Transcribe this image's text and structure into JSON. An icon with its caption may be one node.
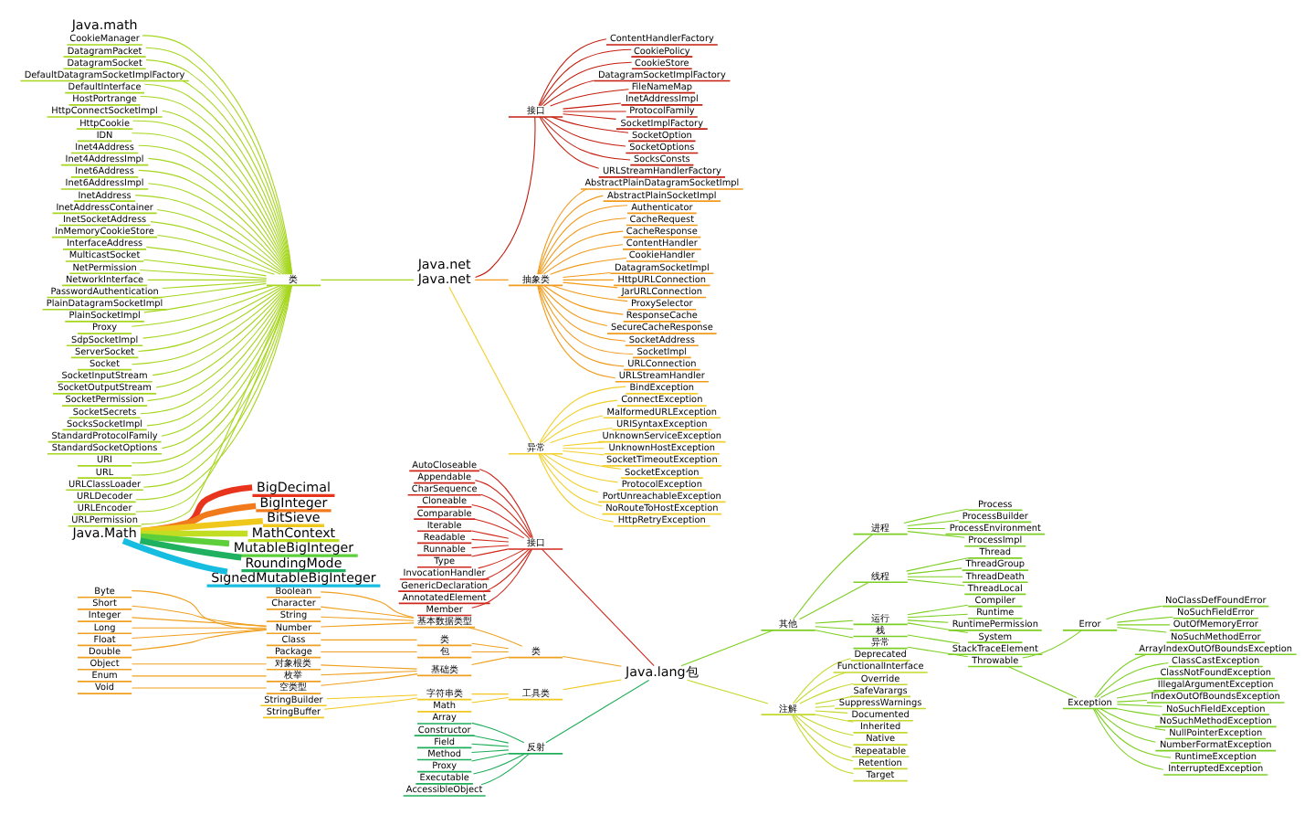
{
  "diagram": {
    "nodes": [
      {
        "text": [
          "Java.lang包"
        ]
      },
      {
        "text": [
          "接口"
        ]
      },
      {
        "text": [
          "AutoCloseable"
        ]
      },
      {
        "text": [
          "Appendable"
        ]
      },
      {
        "text": [
          "CharSequence"
        ]
      },
      {
        "text": [
          "Cloneable"
        ]
      },
      {
        "text": [
          "Comparable"
        ]
      },
      {
        "text": [
          "Iterable"
        ]
      },
      {
        "text": [
          "Readable"
        ]
      },
      {
        "text": [
          "Runnable"
        ]
      },
      {
        "text": [
          "Type"
        ]
      },
      {
        "text": [
          "InvocationHandler"
        ]
      },
      {
        "text": [
          "GenericDeclaration"
        ]
      },
      {
        "text": [
          "AnnotatedElement"
        ]
      },
      {
        "text": [
          "Member"
        ]
      },
      {
        "text": [
          "类"
        ]
      },
      {
        "text": [
          "基本数据类型"
        ]
      },
      {
        "text": [
          "Boolean"
        ]
      },
      {
        "text": [
          "Character"
        ]
      },
      {
        "text": [
          "String"
        ]
      },
      {
        "text": [
          "Number"
        ]
      },
      {
        "text": [
          "Byte"
        ]
      },
      {
        "text": [
          "Short"
        ]
      },
      {
        "text": [
          "Integer"
        ]
      },
      {
        "text": [
          "Long"
        ]
      },
      {
        "text": [
          "Float"
        ]
      },
      {
        "text": [
          "Double"
        ]
      },
      {
        "text": [
          "类"
        ]
      },
      {
        "text": [
          "Class"
        ]
      },
      {
        "text": [
          "包"
        ]
      },
      {
        "text": [
          "Package"
        ]
      },
      {
        "text": [
          "基础类"
        ]
      },
      {
        "text": [
          "对象根类"
        ]
      },
      {
        "text": [
          "Object"
        ]
      },
      {
        "text": [
          "枚举"
        ]
      },
      {
        "text": [
          "Enum"
        ]
      },
      {
        "text": [
          "空类型"
        ]
      },
      {
        "text": [
          "Void"
        ]
      },
      {
        "text": [
          "工具类"
        ]
      },
      {
        "text": [
          "字符串类"
        ]
      },
      {
        "text": [
          "StringBuilder"
        ]
      },
      {
        "text": [
          "StringBuffer"
        ]
      },
      {
        "text": [
          "Math"
        ]
      },
      {
        "text": [
          "反射"
        ]
      },
      {
        "text": [
          "Array"
        ]
      },
      {
        "text": [
          "Constructor"
        ]
      },
      {
        "text": [
          "Field"
        ]
      },
      {
        "text": [
          "Method"
        ]
      },
      {
        "text": [
          "Proxy"
        ]
      },
      {
        "text": [
          "Executable"
        ]
      },
      {
        "text": [
          "AccessibleObject"
        ]
      },
      {
        "text": [
          "其他"
        ]
      },
      {
        "text": [
          "进程"
        ]
      },
      {
        "text": [
          "Process"
        ]
      },
      {
        "text": [
          "ProcessBuilder"
        ]
      },
      {
        "text": [
          "ProcessEnvironment"
        ]
      },
      {
        "text": [
          "ProcessImpl"
        ]
      },
      {
        "text": [
          "线程"
        ]
      },
      {
        "text": [
          "Thread"
        ]
      },
      {
        "text": [
          "ThreadGroup"
        ]
      },
      {
        "text": [
          "ThreadDeath"
        ]
      },
      {
        "text": [
          "ThreadLocal"
        ]
      },
      {
        "text": [
          "运行"
        ]
      },
      {
        "text": [
          "Compiler"
        ]
      },
      {
        "text": [
          "Runtime"
        ]
      },
      {
        "text": [
          "RuntimePermission"
        ]
      },
      {
        "text": [
          "System"
        ]
      },
      {
        "text": [
          "栈"
        ]
      },
      {
        "text": [
          "StackTraceElement"
        ]
      },
      {
        "text": [
          "异常"
        ]
      },
      {
        "text": [
          "Throwable"
        ]
      },
      {
        "text": [
          "Error"
        ]
      },
      {
        "text": [
          "NoClassDefFoundError"
        ]
      },
      {
        "text": [
          "NoSuchFieldError"
        ]
      },
      {
        "text": [
          "OutOfMemoryError"
        ]
      },
      {
        "text": [
          "NoSuchMethodError"
        ]
      },
      {
        "text": [
          "Exception"
        ]
      },
      {
        "text": [
          "ArrayIndexOutOfBoundsException"
        ]
      },
      {
        "text": [
          "ClassCastException"
        ]
      },
      {
        "text": [
          "ClassNotFoundException"
        ]
      },
      {
        "text": [
          "IllegalArgumentException"
        ]
      },
      {
        "text": [
          "IndexOutOfBoundsException"
        ]
      },
      {
        "text": [
          "NoSuchFieldException"
        ]
      },
      {
        "text": [
          "NoSuchMethodException"
        ]
      },
      {
        "text": [
          "NullPointerException"
        ]
      },
      {
        "text": [
          "NumberFormatException"
        ]
      },
      {
        "text": [
          "RuntimeException"
        ]
      },
      {
        "text": [
          "InterruptedException"
        ]
      },
      {
        "text": [
          "注解"
        ]
      },
      {
        "text": [
          "Deprecated"
        ]
      },
      {
        "text": [
          "FunctionalInterface"
        ]
      },
      {
        "text": [
          "Override"
        ]
      },
      {
        "text": [
          "SafeVarargs"
        ]
      },
      {
        "text": [
          "SuppressWarnings"
        ]
      },
      {
        "text": [
          "Documented"
        ]
      },
      {
        "text": [
          "Inherited"
        ]
      },
      {
        "text": [
          "Native"
        ]
      },
      {
        "text": [
          "Repeatable"
        ]
      },
      {
        "text": [
          "Retention"
        ]
      },
      {
        "text": [
          "Target"
        ]
      },
      {
        "text": [
          "Java.Math"
        ]
      },
      {
        "text": [
          "BigDecimal"
        ]
      },
      {
        "text": [
          "BigInteger"
        ]
      },
      {
        "text": [
          "BitSieve"
        ]
      },
      {
        "text": [
          "MathContext"
        ]
      },
      {
        "text": [
          "MutableBigInteger"
        ]
      },
      {
        "text": [
          "RoundingMode"
        ]
      },
      {
        "text": [
          "SignedMutableBigInteger"
        ]
      },
      {
        "text": [
          "Java.net"
        ]
      },
      {
        "text": [
          "类"
        ]
      },
      {
        "text": [
          "CookieManager"
        ]
      },
      {
        "text": [
          "DatagramPacket"
        ]
      },
      {
        "text": [
          "DatagramSocket"
        ]
      },
      {
        "text": [
          "DefaultDatagramSocketImplFactory"
        ]
      },
      {
        "text": [
          "DefaultInterface"
        ]
      },
      {
        "text": [
          "HostPortrange"
        ]
      },
      {
        "text": [
          "HttpConnectSocketImpl"
        ]
      },
      {
        "text": [
          "HttpCookie"
        ]
      },
      {
        "text": [
          "IDN"
        ]
      },
      {
        "text": [
          "Inet4Address"
        ]
      },
      {
        "text": [
          "Inet4AddressImpl"
        ]
      },
      {
        "text": [
          "Inet6Address"
        ]
      },
      {
        "text": [
          "Inet6AddressImpl"
        ]
      },
      {
        "text": [
          "InetAddress"
        ]
      },
      {
        "text": [
          "InetAddressContainer"
        ]
      },
      {
        "text": [
          "InetSocketAddress"
        ]
      },
      {
        "text": [
          "InMemoryCookieStore"
        ]
      },
      {
        "text": [
          "InterfaceAddress"
        ]
      },
      {
        "text": [
          "MulticastSocket"
        ]
      },
      {
        "text": [
          "NetPermission"
        ]
      },
      {
        "text": [
          "NetworkInterface"
        ]
      },
      {
        "text": [
          "PasswordAuthentication"
        ]
      },
      {
        "text": [
          "PlainDatagramSocketImpl"
        ]
      },
      {
        "text": [
          "PlainSocketImpl"
        ]
      },
      {
        "text": [
          "Proxy"
        ]
      },
      {
        "text": [
          "SdpSocketImpl"
        ]
      },
      {
        "text": [
          "ServerSocket"
        ]
      },
      {
        "text": [
          "Socket"
        ]
      },
      {
        "text": [
          "SocketInputStream"
        ]
      },
      {
        "text": [
          "SocketOutputStream"
        ]
      },
      {
        "text": [
          "SocketPermission"
        ]
      },
      {
        "text": [
          "SocketSecrets"
        ]
      },
      {
        "text": [
          "SocksSocketImpl"
        ]
      },
      {
        "text": [
          "StandardProtocolFamily"
        ]
      },
      {
        "text": [
          "StandardSocketOptions"
        ]
      },
      {
        "text": [
          "URI"
        ]
      },
      {
        "text": [
          "URL"
        ]
      },
      {
        "text": [
          "URLClassLoader"
        ]
      },
      {
        "text": [
          "URLDecoder"
        ]
      },
      {
        "text": [
          "URLEncoder"
        ]
      },
      {
        "text": [
          "URLPermission"
        ]
      },
      {
        "text": [
          "接口"
        ]
      },
      {
        "text": [
          "ContentHandlerFactory"
        ]
      },
      {
        "text": [
          "CookiePolicy"
        ]
      },
      {
        "text": [
          "CookieStore"
        ]
      },
      {
        "text": [
          "DatagramSocketImplFactory"
        ]
      },
      {
        "text": [
          "FileNameMap"
        ]
      },
      {
        "text": [
          "InetAddressImpl"
        ]
      },
      {
        "text": [
          "ProtocolFamily"
        ]
      },
      {
        "text": [
          "SocketImplFactory"
        ]
      },
      {
        "text": [
          "SocketOption"
        ]
      },
      {
        "text": [
          "SocketOptions"
        ]
      },
      {
        "text": [
          "SocksConsts"
        ]
      },
      {
        "text": [
          "URLStreamHandlerFactory"
        ]
      },
      {
        "text": [
          "抽象类"
        ]
      },
      {
        "text": [
          "AbstractPlainDatagramSocketImpl"
        ]
      },
      {
        "text": [
          "AbstractPlainSocketImpl"
        ]
      },
      {
        "text": [
          "Authenticator"
        ]
      },
      {
        "text": [
          "CacheRequest"
        ]
      },
      {
        "text": [
          "CacheResponse"
        ]
      },
      {
        "text": [
          "ContentHandler"
        ]
      },
      {
        "text": [
          "CookieHandler"
        ]
      },
      {
        "text": [
          "DatagramSocketImpl"
        ]
      },
      {
        "text": [
          "HttpURLConnection"
        ]
      },
      {
        "text": [
          "JarURLConnection"
        ]
      },
      {
        "text": [
          "ProxySelector"
        ]
      },
      {
        "text": [
          "ResponseCache"
        ]
      },
      {
        "text": [
          "SecureCacheResponse"
        ]
      },
      {
        "text": [
          "SocketAddress"
        ]
      },
      {
        "text": [
          "SocketImpl"
        ]
      },
      {
        "text": [
          "URLConnection"
        ]
      },
      {
        "text": [
          "URLStreamHandler"
        ]
      },
      {
        "text": [
          "异常"
        ]
      },
      {
        "text": [
          "BindException"
        ]
      },
      {
        "text": [
          "ConnectException"
        ]
      },
      {
        "text": [
          "MalformedURLException"
        ]
      },
      {
        "text": [
          "URISyntaxException"
        ]
      },
      {
        "text": [
          "UnknownServiceException"
        ]
      },
      {
        "text": [
          "UnknownHostException"
        ]
      },
      {
        "text": [
          "SocketTimeoutException"
        ]
      },
      {
        "text": [
          "SocketException"
        ]
      },
      {
        "text": [
          "ProtocolException"
        ]
      },
      {
        "text": [
          "PortUnreachableException"
        ]
      },
      {
        "text": [
          "NoRouteToHostException"
        ]
      },
      {
        "text": [
          "HttpRetryException"
        ]
      }
    ],
    "edges": [
      {
        "from": 0,
        "to": 1,
        "arrow": "none",
        "color": "#d0281c"
      },
      {
        "from": 1,
        "to": 2,
        "arrow": "none",
        "color": "#d0281c"
      },
      {
        "from": 1,
        "to": 3,
        "arrow": "none",
        "color": "#d0281c"
      },
      {
        "from": 1,
        "to": 4,
        "arrow": "none",
        "color": "#d0281c"
      },
      {
        "from": 1,
        "to": 5,
        "arrow": "none",
        "color": "#d0281c"
      },
      {
        "from": 1,
        "to": 6,
        "arrow": "none",
        "color": "#d0281c"
      },
      {
        "from": 1,
        "to": 7,
        "arrow": "none",
        "color": "#d0281c"
      },
      {
        "from": 1,
        "to": 8,
        "arrow": "none",
        "color": "#d0281c"
      },
      {
        "from": 1,
        "to": 9,
        "arrow": "none",
        "color": "#d0281c"
      },
      {
        "from": 1,
        "to": 10,
        "arrow": "none",
        "color": "#d0281c"
      },
      {
        "from": 1,
        "to": 11,
        "arrow": "none",
        "color": "#d0281c"
      },
      {
        "from": 1,
        "to": 12,
        "arrow": "none",
        "color": "#d0281c"
      },
      {
        "from": 1,
        "to": 13,
        "arrow": "none",
        "color": "#d0281c"
      },
      {
        "from": 1,
        "to": 14,
        "arrow": "none",
        "color": "#d0281c"
      },
      {
        "from": 0,
        "to": 15,
        "arrow": "none",
        "color": "#f0a020"
      },
      {
        "from": 15,
        "to": 16,
        "arrow": "none",
        "color": "#f0a020"
      },
      {
        "from": 16,
        "to": 17,
        "arrow": "none",
        "color": "#f0a020"
      },
      {
        "from": 16,
        "to": 18,
        "arrow": "none",
        "color": "#f0a020"
      },
      {
        "from": 16,
        "to": 19,
        "arrow": "none",
        "color": "#f0a020"
      },
      {
        "from": 16,
        "to": 20,
        "arrow": "none",
        "color": "#f0a020"
      },
      {
        "from": 20,
        "to": 21,
        "arrow": "none",
        "color": "#f0a020"
      },
      {
        "from": 20,
        "to": 22,
        "arrow": "none",
        "color": "#f0a020"
      },
      {
        "from": 20,
        "to": 23,
        "arrow": "none",
        "color": "#f0a020"
      },
      {
        "from": 20,
        "to": 24,
        "arrow": "none",
        "color": "#f0a020"
      },
      {
        "from": 20,
        "to": 25,
        "arrow": "none",
        "color": "#f0a020"
      },
      {
        "from": 20,
        "to": 26,
        "arrow": "none",
        "color": "#f0a020"
      },
      {
        "from": 15,
        "to": 27,
        "arrow": "none",
        "color": "#f0a020"
      },
      {
        "from": 27,
        "to": 28,
        "arrow": "none",
        "color": "#f0a020"
      },
      {
        "from": 15,
        "to": 29,
        "arrow": "none",
        "color": "#f0a020"
      },
      {
        "from": 29,
        "to": 30,
        "arrow": "none",
        "color": "#f0a020"
      },
      {
        "from": 15,
        "to": 31,
        "arrow": "none",
        "color": "#f0a020"
      },
      {
        "from": 31,
        "to": 32,
        "arrow": "none",
        "color": "#f0a020"
      },
      {
        "from": 32,
        "to": 33,
        "arrow": "none",
        "color": "#f0a020"
      },
      {
        "from": 31,
        "to": 34,
        "arrow": "none",
        "color": "#f0a020"
      },
      {
        "from": 34,
        "to": 35,
        "arrow": "none",
        "color": "#f0a020"
      },
      {
        "from": 31,
        "to": 36,
        "arrow": "none",
        "color": "#f0a020"
      },
      {
        "from": 36,
        "to": 37,
        "arrow": "none",
        "color": "#f0a020"
      },
      {
        "from": 0,
        "to": 38,
        "arrow": "none",
        "color": "#f2c81e"
      },
      {
        "from": 38,
        "to": 39,
        "arrow": "none",
        "color": "#f2c81e"
      },
      {
        "from": 39,
        "to": 40,
        "arrow": "none",
        "color": "#f2c81e"
      },
      {
        "from": 39,
        "to": 41,
        "arrow": "none",
        "color": "#f2c81e"
      },
      {
        "from": 38,
        "to": 42,
        "arrow": "none",
        "color": "#f2c81e"
      },
      {
        "from": 0,
        "to": 43,
        "arrow": "none",
        "color": "#1fae5a"
      },
      {
        "from": 43,
        "to": 44,
        "arrow": "none",
        "color": "#1fae5a"
      },
      {
        "from": 43,
        "to": 45,
        "arrow": "none",
        "color": "#1fae5a"
      },
      {
        "from": 43,
        "to": 46,
        "arrow": "none",
        "color": "#1fae5a"
      },
      {
        "from": 43,
        "to": 47,
        "arrow": "none",
        "color": "#1fae5a"
      },
      {
        "from": 43,
        "to": 48,
        "arrow": "none",
        "color": "#1fae5a"
      },
      {
        "from": 43,
        "to": 49,
        "arrow": "none",
        "color": "#1fae5a"
      },
      {
        "from": 43,
        "to": 50,
        "arrow": "none",
        "color": "#1fae5a"
      },
      {
        "from": 0,
        "to": 51,
        "arrow": "none",
        "color": "#7ccf22"
      },
      {
        "from": 51,
        "to": 52,
        "arrow": "none",
        "color": "#7ccf22"
      },
      {
        "from": 52,
        "to": 53,
        "arrow": "none",
        "color": "#7ccf22"
      },
      {
        "from": 52,
        "to": 54,
        "arrow": "none",
        "color": "#7ccf22"
      },
      {
        "from": 52,
        "to": 55,
        "arrow": "none",
        "color": "#7ccf22"
      },
      {
        "from": 52,
        "to": 56,
        "arrow": "none",
        "color": "#7ccf22"
      },
      {
        "from": 51,
        "to": 57,
        "arrow": "none",
        "color": "#7ccf22"
      },
      {
        "from": 57,
        "to": 58,
        "arrow": "none",
        "color": "#7ccf22"
      },
      {
        "from": 57,
        "to": 59,
        "arrow": "none",
        "color": "#7ccf22"
      },
      {
        "from": 57,
        "to": 60,
        "arrow": "none",
        "color": "#7ccf22"
      },
      {
        "from": 57,
        "to": 61,
        "arrow": "none",
        "color": "#7ccf22"
      },
      {
        "from": 51,
        "to": 62,
        "arrow": "none",
        "color": "#7ccf22"
      },
      {
        "from": 62,
        "to": 63,
        "arrow": "none",
        "color": "#7ccf22"
      },
      {
        "from": 62,
        "to": 64,
        "arrow": "none",
        "color": "#7ccf22"
      },
      {
        "from": 62,
        "to": 65,
        "arrow": "none",
        "color": "#7ccf22"
      },
      {
        "from": 62,
        "to": 66,
        "arrow": "none",
        "color": "#7ccf22"
      },
      {
        "from": 51,
        "to": 67,
        "arrow": "none",
        "color": "#7ccf22"
      },
      {
        "from": 67,
        "to": 68,
        "arrow": "none",
        "color": "#7ccf22"
      },
      {
        "from": 51,
        "to": 69,
        "arrow": "none",
        "color": "#7ccf22"
      },
      {
        "from": 69,
        "to": 70,
        "arrow": "none",
        "color": "#7ccf22"
      },
      {
        "from": 70,
        "to": 71,
        "arrow": "none",
        "color": "#7ccf22"
      },
      {
        "from": 71,
        "to": 72,
        "arrow": "none",
        "color": "#7ccf22"
      },
      {
        "from": 71,
        "to": 73,
        "arrow": "none",
        "color": "#7ccf22"
      },
      {
        "from": 71,
        "to": 74,
        "arrow": "none",
        "color": "#7ccf22"
      },
      {
        "from": 71,
        "to": 75,
        "arrow": "none",
        "color": "#7ccf22"
      },
      {
        "from": 70,
        "to": 76,
        "arrow": "none",
        "color": "#7ccf22"
      },
      {
        "from": 76,
        "to": 77,
        "arrow": "none",
        "color": "#7ccf22"
      },
      {
        "from": 76,
        "to": 78,
        "arrow": "none",
        "color": "#7ccf22"
      },
      {
        "from": 76,
        "to": 79,
        "arrow": "none",
        "color": "#7ccf22"
      },
      {
        "from": 76,
        "to": 80,
        "arrow": "none",
        "color": "#7ccf22"
      },
      {
        "from": 76,
        "to": 81,
        "arrow": "none",
        "color": "#7ccf22"
      },
      {
        "from": 76,
        "to": 82,
        "arrow": "none",
        "color": "#7ccf22"
      },
      {
        "from": 76,
        "to": 83,
        "arrow": "none",
        "color": "#7ccf22"
      },
      {
        "from": 76,
        "to": 84,
        "arrow": "none",
        "color": "#7ccf22"
      },
      {
        "from": 76,
        "to": 85,
        "arrow": "none",
        "color": "#7ccf22"
      },
      {
        "from": 76,
        "to": 86,
        "arrow": "none",
        "color": "#7ccf22"
      },
      {
        "from": 76,
        "to": 87,
        "arrow": "none",
        "color": "#7ccf22"
      },
      {
        "from": 0,
        "to": 88,
        "arrow": "none",
        "color": "#c6d82e"
      },
      {
        "from": 88,
        "to": 89,
        "arrow": "none",
        "color": "#c6d82e"
      },
      {
        "from": 88,
        "to": 90,
        "arrow": "none",
        "color": "#c6d82e"
      },
      {
        "from": 88,
        "to": 91,
        "arrow": "none",
        "color": "#c6d82e"
      },
      {
        "from": 88,
        "to": 92,
        "arrow": "none",
        "color": "#c6d82e"
      },
      {
        "from": 88,
        "to": 93,
        "arrow": "none",
        "color": "#c6d82e"
      },
      {
        "from": 88,
        "to": 94,
        "arrow": "none",
        "color": "#c6d82e"
      },
      {
        "from": 88,
        "to": 95,
        "arrow": "none",
        "color": "#c6d82e"
      },
      {
        "from": 88,
        "to": 96,
        "arrow": "none",
        "color": "#c6d82e"
      },
      {
        "from": 88,
        "to": 97,
        "arrow": "none",
        "color": "#c6d82e"
      },
      {
        "from": 88,
        "to": 98,
        "arrow": "none",
        "color": "#c6d82e"
      },
      {
        "from": 88,
        "to": 99,
        "arrow": "none",
        "color": "#c6d82e"
      },
      {
        "from": 100,
        "to": 101,
        "arrow": "none",
        "style": "thick",
        "color": "#e8341c"
      },
      {
        "from": 100,
        "to": 102,
        "arrow": "none",
        "style": "thick",
        "color": "#f07a1c"
      },
      {
        "from": 100,
        "to": 103,
        "arrow": "none",
        "style": "thick",
        "color": "#f0c81c"
      },
      {
        "from": 100,
        "to": 104,
        "arrow": "none",
        "style": "thick",
        "color": "#c2de22"
      },
      {
        "from": 100,
        "to": 105,
        "arrow": "none",
        "style": "thick",
        "color": "#5ccf3a"
      },
      {
        "from": 100,
        "to": 106,
        "arrow": "none",
        "style": "thick",
        "color": "#1fb060"
      },
      {
        "from": 100,
        "to": 107,
        "arrow": "none",
        "style": "thick",
        "color": "#16bde0"
      },
      {
        "from": 108,
        "to": 109,
        "arrow": "none"
      },
      {
        "from": 109,
        "to": 110,
        "arrow": "none"
      },
      {
        "from": 109,
        "to": 111,
        "arrow": "none"
      },
      {
        "from": 109,
        "to": 112,
        "arrow": "none"
      },
      {
        "from": 109,
        "to": 113,
        "arrow": "none"
      },
      {
        "from": 109,
        "to": 114,
        "arrow": "none"
      },
      {
        "from": 109,
        "to": 115,
        "arrow": "none"
      },
      {
        "from": 109,
        "to": 116,
        "arrow": "none"
      },
      {
        "from": 109,
        "to": 117,
        "arrow": "none"
      },
      {
        "from": 109,
        "to": 118,
        "arrow": "none"
      },
      {
        "from": 109,
        "to": 119,
        "arrow": "none"
      },
      {
        "from": 109,
        "to": 120,
        "arrow": "none"
      },
      {
        "from": 109,
        "to": 121,
        "arrow": "none"
      },
      {
        "from": 109,
        "to": 122,
        "arrow": "none"
      },
      {
        "from": 109,
        "to": 123,
        "arrow": "none"
      },
      {
        "from": 109,
        "to": 124,
        "arrow": "none"
      },
      {
        "from": 109,
        "to": 125,
        "arrow": "none"
      },
      {
        "from": 109,
        "to": 126,
        "arrow": "none"
      },
      {
        "from": 109,
        "to": 127,
        "arrow": "none"
      },
      {
        "from": 109,
        "to": 128,
        "arrow": "none"
      },
      {
        "from": 109,
        "to": 129,
        "arrow": "none"
      },
      {
        "from": 109,
        "to": 130,
        "arrow": "none"
      },
      {
        "from": 109,
        "to": 131,
        "arrow": "none"
      },
      {
        "from": 109,
        "to": 132,
        "arrow": "none"
      },
      {
        "from": 109,
        "to": 133,
        "arrow": "none"
      },
      {
        "from": 109,
        "to": 134,
        "arrow": "none"
      },
      {
        "from": 109,
        "to": 135,
        "arrow": "none"
      },
      {
        "from": 109,
        "to": 136,
        "arrow": "none"
      },
      {
        "from": 109,
        "to": 137,
        "arrow": "none"
      },
      {
        "from": 109,
        "to": 138,
        "arrow": "none"
      },
      {
        "from": 109,
        "to": 139,
        "arrow": "none"
      },
      {
        "from": 109,
        "to": 140,
        "arrow": "none"
      },
      {
        "from": 109,
        "to": 141,
        "arrow": "none"
      },
      {
        "from": 109,
        "to": 142,
        "arrow": "none"
      },
      {
        "from": 109,
        "to": 143,
        "arrow": "none"
      },
      {
        "from": 109,
        "to": 144,
        "arrow": "none"
      },
      {
        "from": 109,
        "to": 145,
        "arrow": "none"
      },
      {
        "from": 109,
        "to": 146,
        "arrow": "none"
      },
      {
        "from": 109,
        "to": 147,
        "arrow": "none"
      },
      {
        "from": 109,
        "to": 148,
        "arrow": "none"
      },
      {
        "from": 109,
        "to": 149,
        "arrow": "none"
      },
      {
        "from": 109,
        "to": 150,
        "arrow": "none"
      },
      {
        "from": 108,
        "to": 151,
        "arrow": "none",
        "color": "#c41e0e"
      },
      {
        "from": 151,
        "to": 152,
        "arrow": "none",
        "color": "#c41e0e"
      },
      {
        "from": 151,
        "to": 153,
        "arrow": "none",
        "color": "#c41e0e"
      },
      {
        "from": 151,
        "to": 154,
        "arrow": "none",
        "color": "#c41e0e"
      },
      {
        "from": 151,
        "to": 155,
        "arrow": "none",
        "color": "#c41e0e"
      },
      {
        "from": 151,
        "to": 156,
        "arrow": "none",
        "color": "#c41e0e"
      },
      {
        "from": 151,
        "to": 157,
        "arrow": "none",
        "color": "#c41e0e"
      },
      {
        "from": 151,
        "to": 158,
        "arrow": "none",
        "color": "#c41e0e"
      },
      {
        "from": 151,
        "to": 159,
        "arrow": "none",
        "color": "#c41e0e"
      },
      {
        "from": 151,
        "to": 160,
        "arrow": "none",
        "color": "#c41e0e"
      },
      {
        "from": 151,
        "to": 161,
        "arrow": "none",
        "color": "#c41e0e"
      },
      {
        "from": 151,
        "to": 162,
        "arrow": "none",
        "color": "#c41e0e"
      },
      {
        "from": 151,
        "to": 163,
        "arrow": "none",
        "color": "#c41e0e"
      },
      {
        "from": 108,
        "to": 164,
        "arrow": "none",
        "color": "#f29a1a"
      },
      {
        "from": 164,
        "to": 165,
        "arrow": "none",
        "color": "#f29a1a"
      },
      {
        "from": 164,
        "to": 166,
        "arrow": "none",
        "color": "#f29a1a"
      },
      {
        "from": 164,
        "to": 167,
        "arrow": "none",
        "color": "#f29a1a"
      },
      {
        "from": 164,
        "to": 168,
        "arrow": "none",
        "color": "#f29a1a"
      },
      {
        "from": 164,
        "to": 169,
        "arrow": "none",
        "color": "#f29a1a"
      },
      {
        "from": 164,
        "to": 170,
        "arrow": "none",
        "color": "#f29a1a"
      },
      {
        "from": 164,
        "to": 171,
        "arrow": "none",
        "color": "#f29a1a"
      },
      {
        "from": 164,
        "to": 172,
        "arrow": "none",
        "color": "#f29a1a"
      },
      {
        "from": 164,
        "to": 173,
        "arrow": "none",
        "color": "#f29a1a"
      },
      {
        "from": 164,
        "to": 174,
        "arrow": "none",
        "color": "#f29a1a"
      },
      {
        "from": 164,
        "to": 175,
        "arrow": "none",
        "color": "#f29a1a"
      },
      {
        "from": 164,
        "to": 176,
        "arrow": "none",
        "color": "#f29a1a"
      },
      {
        "from": 164,
        "to": 177,
        "arrow": "none",
        "color": "#f29a1a"
      },
      {
        "from": 164,
        "to": 178,
        "arrow": "none",
        "color": "#f29a1a"
      },
      {
        "from": 164,
        "to": 179,
        "arrow": "none",
        "color": "#f29a1a"
      },
      {
        "from": 164,
        "to": 180,
        "arrow": "none",
        "color": "#f29a1a"
      },
      {
        "from": 164,
        "to": 181,
        "arrow": "none",
        "color": "#f29a1a"
      },
      {
        "from": 108,
        "to": 182,
        "arrow": "none",
        "color": "#f2cf2a"
      },
      {
        "from": 182,
        "to": 183,
        "arrow": "none",
        "color": "#f2cf2a"
      },
      {
        "from": 182,
        "to": 184,
        "arrow": "none",
        "color": "#f2cf2a"
      },
      {
        "from": 182,
        "to": 185,
        "arrow": "none",
        "color": "#f2cf2a"
      },
      {
        "from": 182,
        "to": 186,
        "arrow": "none",
        "color": "#f2cf2a"
      },
      {
        "from": 182,
        "to": 187,
        "arrow": "none",
        "color": "#f2cf2a"
      },
      {
        "from": 182,
        "to": 188,
        "arrow": "none",
        "color": "#f2cf2a"
      },
      {
        "from": 182,
        "to": 189,
        "arrow": "none",
        "color": "#f2cf2a"
      },
      {
        "from": 182,
        "to": 190,
        "arrow": "none",
        "color": "#f2cf2a"
      },
      {
        "from": 182,
        "to": 191,
        "arrow": "none",
        "color": "#f2cf2a"
      },
      {
        "from": 182,
        "to": 192,
        "arrow": "none",
        "color": "#f2cf2a"
      },
      {
        "from": 182,
        "to": 193,
        "arrow": "none",
        "color": "#f2cf2a"
      },
      {
        "from": 182,
        "to": 194,
        "arrow": "none",
        "color": "#f2cf2a"
      }
    ],
    "labels": [
      "Java.math",
      "Java.net"
    ]
  }
}
